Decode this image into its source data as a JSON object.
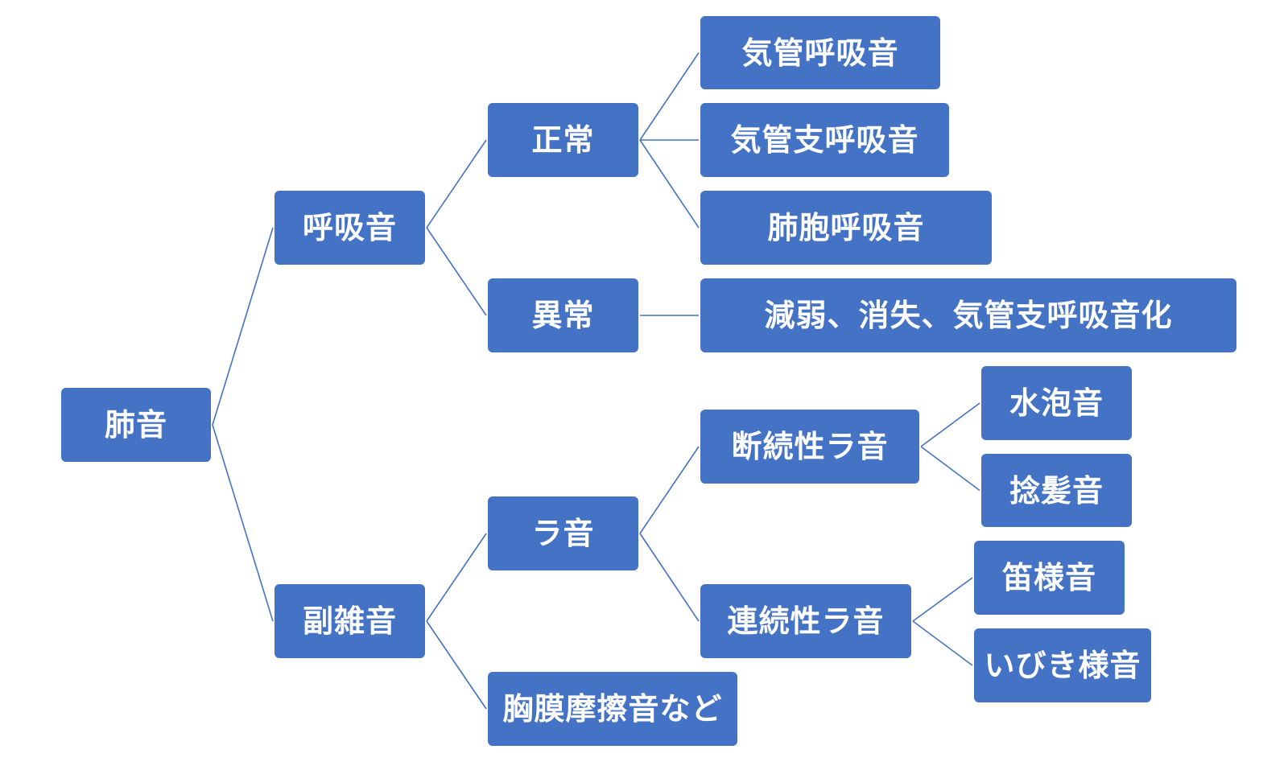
{
  "diagram": {
    "node_color": "#4472C4",
    "line_color": "#4472C4",
    "text_color": "#FFFFFF",
    "nodes": {
      "root": "肺音",
      "breath_sounds": "呼吸音",
      "normal": "正常",
      "tracheal": "気管呼吸音",
      "bronchial": "気管支呼吸音",
      "vesicular": "肺胞呼吸音",
      "abnormal": "異常",
      "abnormal_detail": "減弱、消失、気管支呼吸音化",
      "adventitious": "副雑音",
      "rales": "ラ音",
      "discontinuous": "断続性ラ音",
      "coarse_crackles": "水泡音",
      "fine_crackles": "捻髪音",
      "continuous": "連続性ラ音",
      "wheeze": "笛様音",
      "rhonchi": "いびき様音",
      "pleural_rub": "胸膜摩擦音など"
    }
  }
}
